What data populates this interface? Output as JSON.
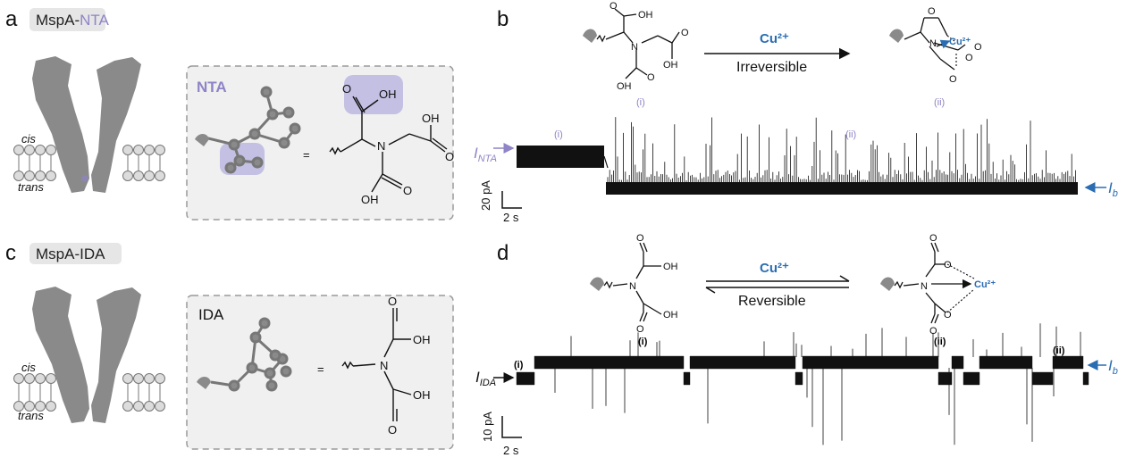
{
  "panels": {
    "a": {
      "letter": "a",
      "tag_prefix": "MspA-",
      "tag_suffix": "NTA",
      "cis": "cis",
      "trans": "trans",
      "box_title": "NTA",
      "equals": "=",
      "oh1": "OH",
      "o1": "O",
      "oh2": "OH",
      "o2": "O",
      "n": "N",
      "oh3": "OH",
      "o3": "O"
    },
    "b": {
      "letter": "b",
      "cu": "Cu²⁺",
      "arrow_label": "Irreversible",
      "label_i": "(i)",
      "label_ii": "(ii)",
      "oh1": "OH",
      "o1": "O",
      "oh2": "OH",
      "o2": "O",
      "oh3": "OH",
      "o3": "O",
      "n": "N",
      "cu_small": "Cu²⁺",
      "ii_o1": "O",
      "ii_o2": "O",
      "ii_o3": "O",
      "ii_o4": "O",
      "trace_i": "(i)",
      "trace_ii": "(ii)",
      "I_level": "I",
      "I_level_sub": "NTA",
      "I_base": "I",
      "I_base_sub": "b",
      "scale_y": "20 pA",
      "scale_x": "2 s"
    },
    "c": {
      "letter": "c",
      "tag": "MspA-IDA",
      "cis": "cis",
      "trans": "trans",
      "box_title": "IDA",
      "equals": "=",
      "n": "N",
      "o1": "O",
      "oh1": "OH",
      "o2": "O",
      "oh2": "OH"
    },
    "d": {
      "letter": "d",
      "cu": "Cu²⁺",
      "arrow_label": "Reversible",
      "label_i": "(i)",
      "label_ii": "(ii)",
      "n": "N",
      "o1": "O",
      "oh1": "OH",
      "o2": "O",
      "oh2": "OH",
      "ii_n": "N",
      "ii_o1": "O",
      "ii_o2": "O",
      "ii_o3": "O",
      "ii_o4": "O",
      "cu_small": "Cu²⁺",
      "trace_i": "(i)",
      "trace_ii": "(ii)",
      "I_level": "I",
      "I_level_sub": "IDA",
      "I_base": "I",
      "I_base_sub": "b",
      "scale_y": "10 pA",
      "scale_x": "2 s"
    }
  },
  "colors": {
    "pore": "#8a8a8a",
    "purple": "#8f84c6",
    "blue": "#2a6db3",
    "box_bg": "#eff0ef",
    "box_border": "#9a9a9a"
  }
}
